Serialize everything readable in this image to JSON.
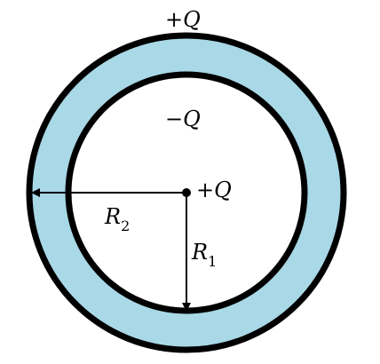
{
  "labels": {
    "outer_sign": "+",
    "outer_symbol": "Q",
    "inner_sign": "−",
    "inner_symbol": "Q",
    "center_sign": "+",
    "center_symbol": "Q",
    "r2_symbol": "R",
    "r2_subscript": "2",
    "r1_symbol": "R",
    "r1_subscript": "1"
  },
  "colors": {
    "shell_fill": "#a9d8e6",
    "stroke": "#000000",
    "background": "#ffffff"
  }
}
